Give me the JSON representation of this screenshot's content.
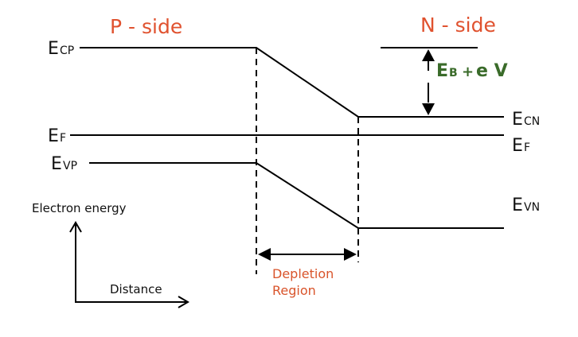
{
  "labels": {
    "p_side": "P - side",
    "n_side": "N - side",
    "ecp_main": "E",
    "ecp_sub": "CP",
    "ef_left_main": "E",
    "ef_left_sub": "F",
    "evp_main": "E",
    "evp_sub": "VP",
    "ecn_main": "E",
    "ecn_sub": "CN",
    "ef_right_main": "E",
    "ef_right_sub": "F",
    "evn_main": "E",
    "evn_sub": "VN",
    "barrier_e": "E",
    "barrier_b": "B",
    "barrier_plus": "+",
    "barrier_ev": "e V",
    "depletion_line1": "Depletion",
    "depletion_line2": "Region",
    "electron_energy": "Electron energy",
    "distance": "Distance"
  },
  "colors": {
    "side_label": "#e0522f",
    "depletion_label": "#d9542b",
    "barrier_label": "#3a6b2a",
    "lines": "#000000"
  }
}
